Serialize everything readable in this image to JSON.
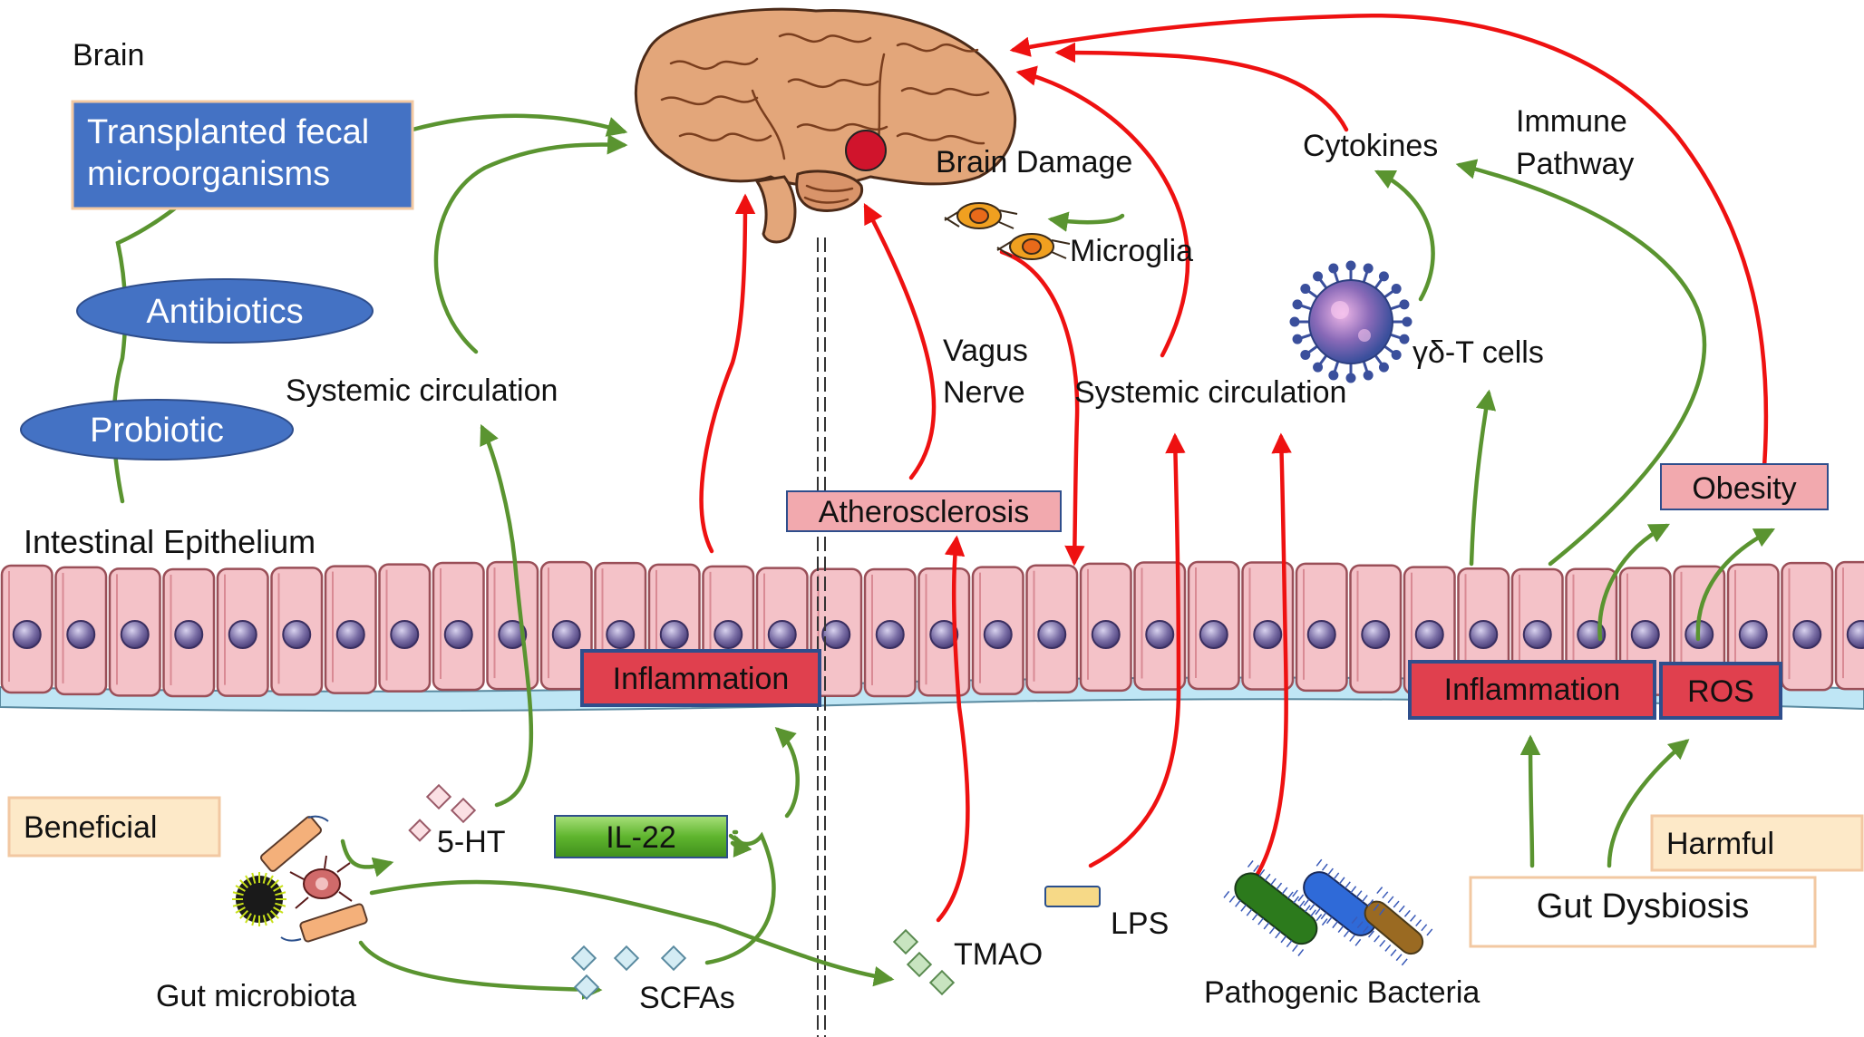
{
  "labels": {
    "brain": "Brain",
    "transplanted": [
      "Transplanted fecal",
      "microorganisms"
    ],
    "antibiotics": "Antibiotics",
    "probiotic": "Probiotic",
    "systemic_left": "Systemic circulation",
    "intestinal_epithelium": "Intestinal Epithelium",
    "beneficial": "Beneficial",
    "five_ht": "5-HT",
    "il22": "IL-22",
    "gut_microbiota": "Gut microbiota",
    "scfas": "SCFAs",
    "inflammation_left": "Inflammation",
    "brain_damage": "Brain Damage",
    "microglia": "Microglia",
    "vagus": [
      "Vagus",
      "Nerve"
    ],
    "atherosclerosis": "Atherosclerosis",
    "systemic_right": "Systemic circulation",
    "cytokines": "Cytokines",
    "immune_pathway": [
      "Immune",
      "Pathway"
    ],
    "gd_t_cells": "γδ-T cells",
    "obesity": "Obesity",
    "inflammation_right": "Inflammation",
    "ros": "ROS",
    "tmao": "TMAO",
    "lps": "LPS",
    "pathogenic_bacteria": "Pathogenic Bacteria",
    "harmful": "Harmful",
    "gut_dysbiosis": "Gut Dysbiosis"
  },
  "colors": {
    "green_arrow": "#5a9430",
    "red_arrow": "#ee1111",
    "blue_box": "#4472c4",
    "pink_box": "#e9969c",
    "red_box": "#e0404e",
    "red_box_border": "#2f4e8c",
    "beige_box": "#fde9c8",
    "beige_border": "#f2c8a2",
    "il22_green": "#6bbf3a",
    "cell_fill": "#f4c2c8",
    "cell_border": "#9a4f58",
    "nucleus": "#7b6fa6",
    "brain_fill": "#e3a67a",
    "basal_membrane": "#bfe6f5"
  },
  "icons": {
    "brain": "brain-icon",
    "microglia": "microglia-icon",
    "virus": "virus-icon",
    "bacteria": "bacteria-icon"
  }
}
